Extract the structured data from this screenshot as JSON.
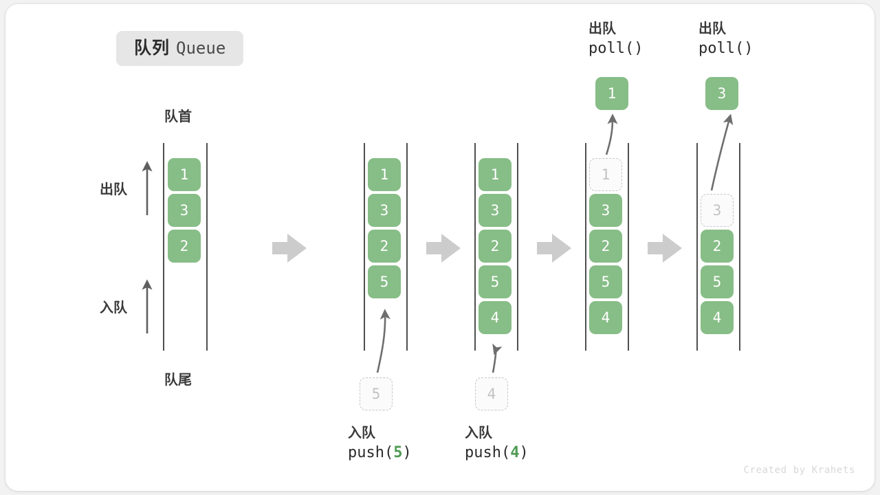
{
  "title": {
    "cn": "队列",
    "en": "Queue"
  },
  "labels": {
    "head": "队首",
    "tail": "队尾",
    "dequeue": "出队",
    "enqueue": "入队"
  },
  "colors": {
    "cell_fill": "#87bd87",
    "cell_text": "#ffffff",
    "ghost_border": "#c6c6c6",
    "ghost_text": "#c2c2c2",
    "rail": "#4f4f4f",
    "arrow_connector": "#cccccc",
    "arrow_stroke": "#6e6e6e",
    "accent_number": "#4e9a52",
    "badge_bg": "#e6e6e6",
    "card_bg": "#ffffff",
    "page_bg": "#f2f2f2"
  },
  "operations": [
    {
      "cn": "入队",
      "code_prefix": "push(",
      "code_value": "5",
      "code_suffix": ")",
      "ghost_value": "5"
    },
    {
      "cn": "入队",
      "code_prefix": "push(",
      "code_value": "4",
      "code_suffix": ")",
      "ghost_value": "4"
    },
    {
      "cn": "出队",
      "code_prefix": "poll(",
      "code_value": "",
      "code_suffix": ")",
      "popped_value": "1"
    },
    {
      "cn": "出队",
      "code_prefix": "poll(",
      "code_value": "",
      "code_suffix": ")",
      "popped_value": "3"
    }
  ],
  "columns": [
    {
      "name": "initial-queue",
      "slots": [
        {
          "value": "1",
          "state": "filled"
        },
        {
          "value": "3",
          "state": "filled"
        },
        {
          "value": "2",
          "state": "filled"
        },
        {
          "value": "",
          "state": "empty"
        },
        {
          "value": "",
          "state": "empty"
        },
        {
          "value": "",
          "state": "empty"
        }
      ]
    },
    {
      "name": "after-push-5",
      "slots": [
        {
          "value": "1",
          "state": "filled"
        },
        {
          "value": "3",
          "state": "filled"
        },
        {
          "value": "2",
          "state": "filled"
        },
        {
          "value": "5",
          "state": "filled"
        },
        {
          "value": "",
          "state": "empty"
        },
        {
          "value": "",
          "state": "empty"
        }
      ]
    },
    {
      "name": "after-push-4",
      "slots": [
        {
          "value": "1",
          "state": "filled"
        },
        {
          "value": "3",
          "state": "filled"
        },
        {
          "value": "2",
          "state": "filled"
        },
        {
          "value": "5",
          "state": "filled"
        },
        {
          "value": "4",
          "state": "filled"
        },
        {
          "value": "",
          "state": "empty"
        }
      ]
    },
    {
      "name": "after-poll-1",
      "slots": [
        {
          "value": "1",
          "state": "ghost"
        },
        {
          "value": "3",
          "state": "filled"
        },
        {
          "value": "2",
          "state": "filled"
        },
        {
          "value": "5",
          "state": "filled"
        },
        {
          "value": "4",
          "state": "filled"
        },
        {
          "value": "",
          "state": "empty"
        }
      ]
    },
    {
      "name": "after-poll-3",
      "slots": [
        {
          "value": "",
          "state": "empty"
        },
        {
          "value": "3",
          "state": "ghost"
        },
        {
          "value": "2",
          "state": "filled"
        },
        {
          "value": "5",
          "state": "filled"
        },
        {
          "value": "4",
          "state": "filled"
        },
        {
          "value": "",
          "state": "empty"
        }
      ]
    }
  ],
  "popped": [
    {
      "value": "1"
    },
    {
      "value": "3"
    }
  ],
  "incoming": [
    {
      "value": "5"
    },
    {
      "value": "4"
    }
  ],
  "watermark": "Created by Krahets"
}
